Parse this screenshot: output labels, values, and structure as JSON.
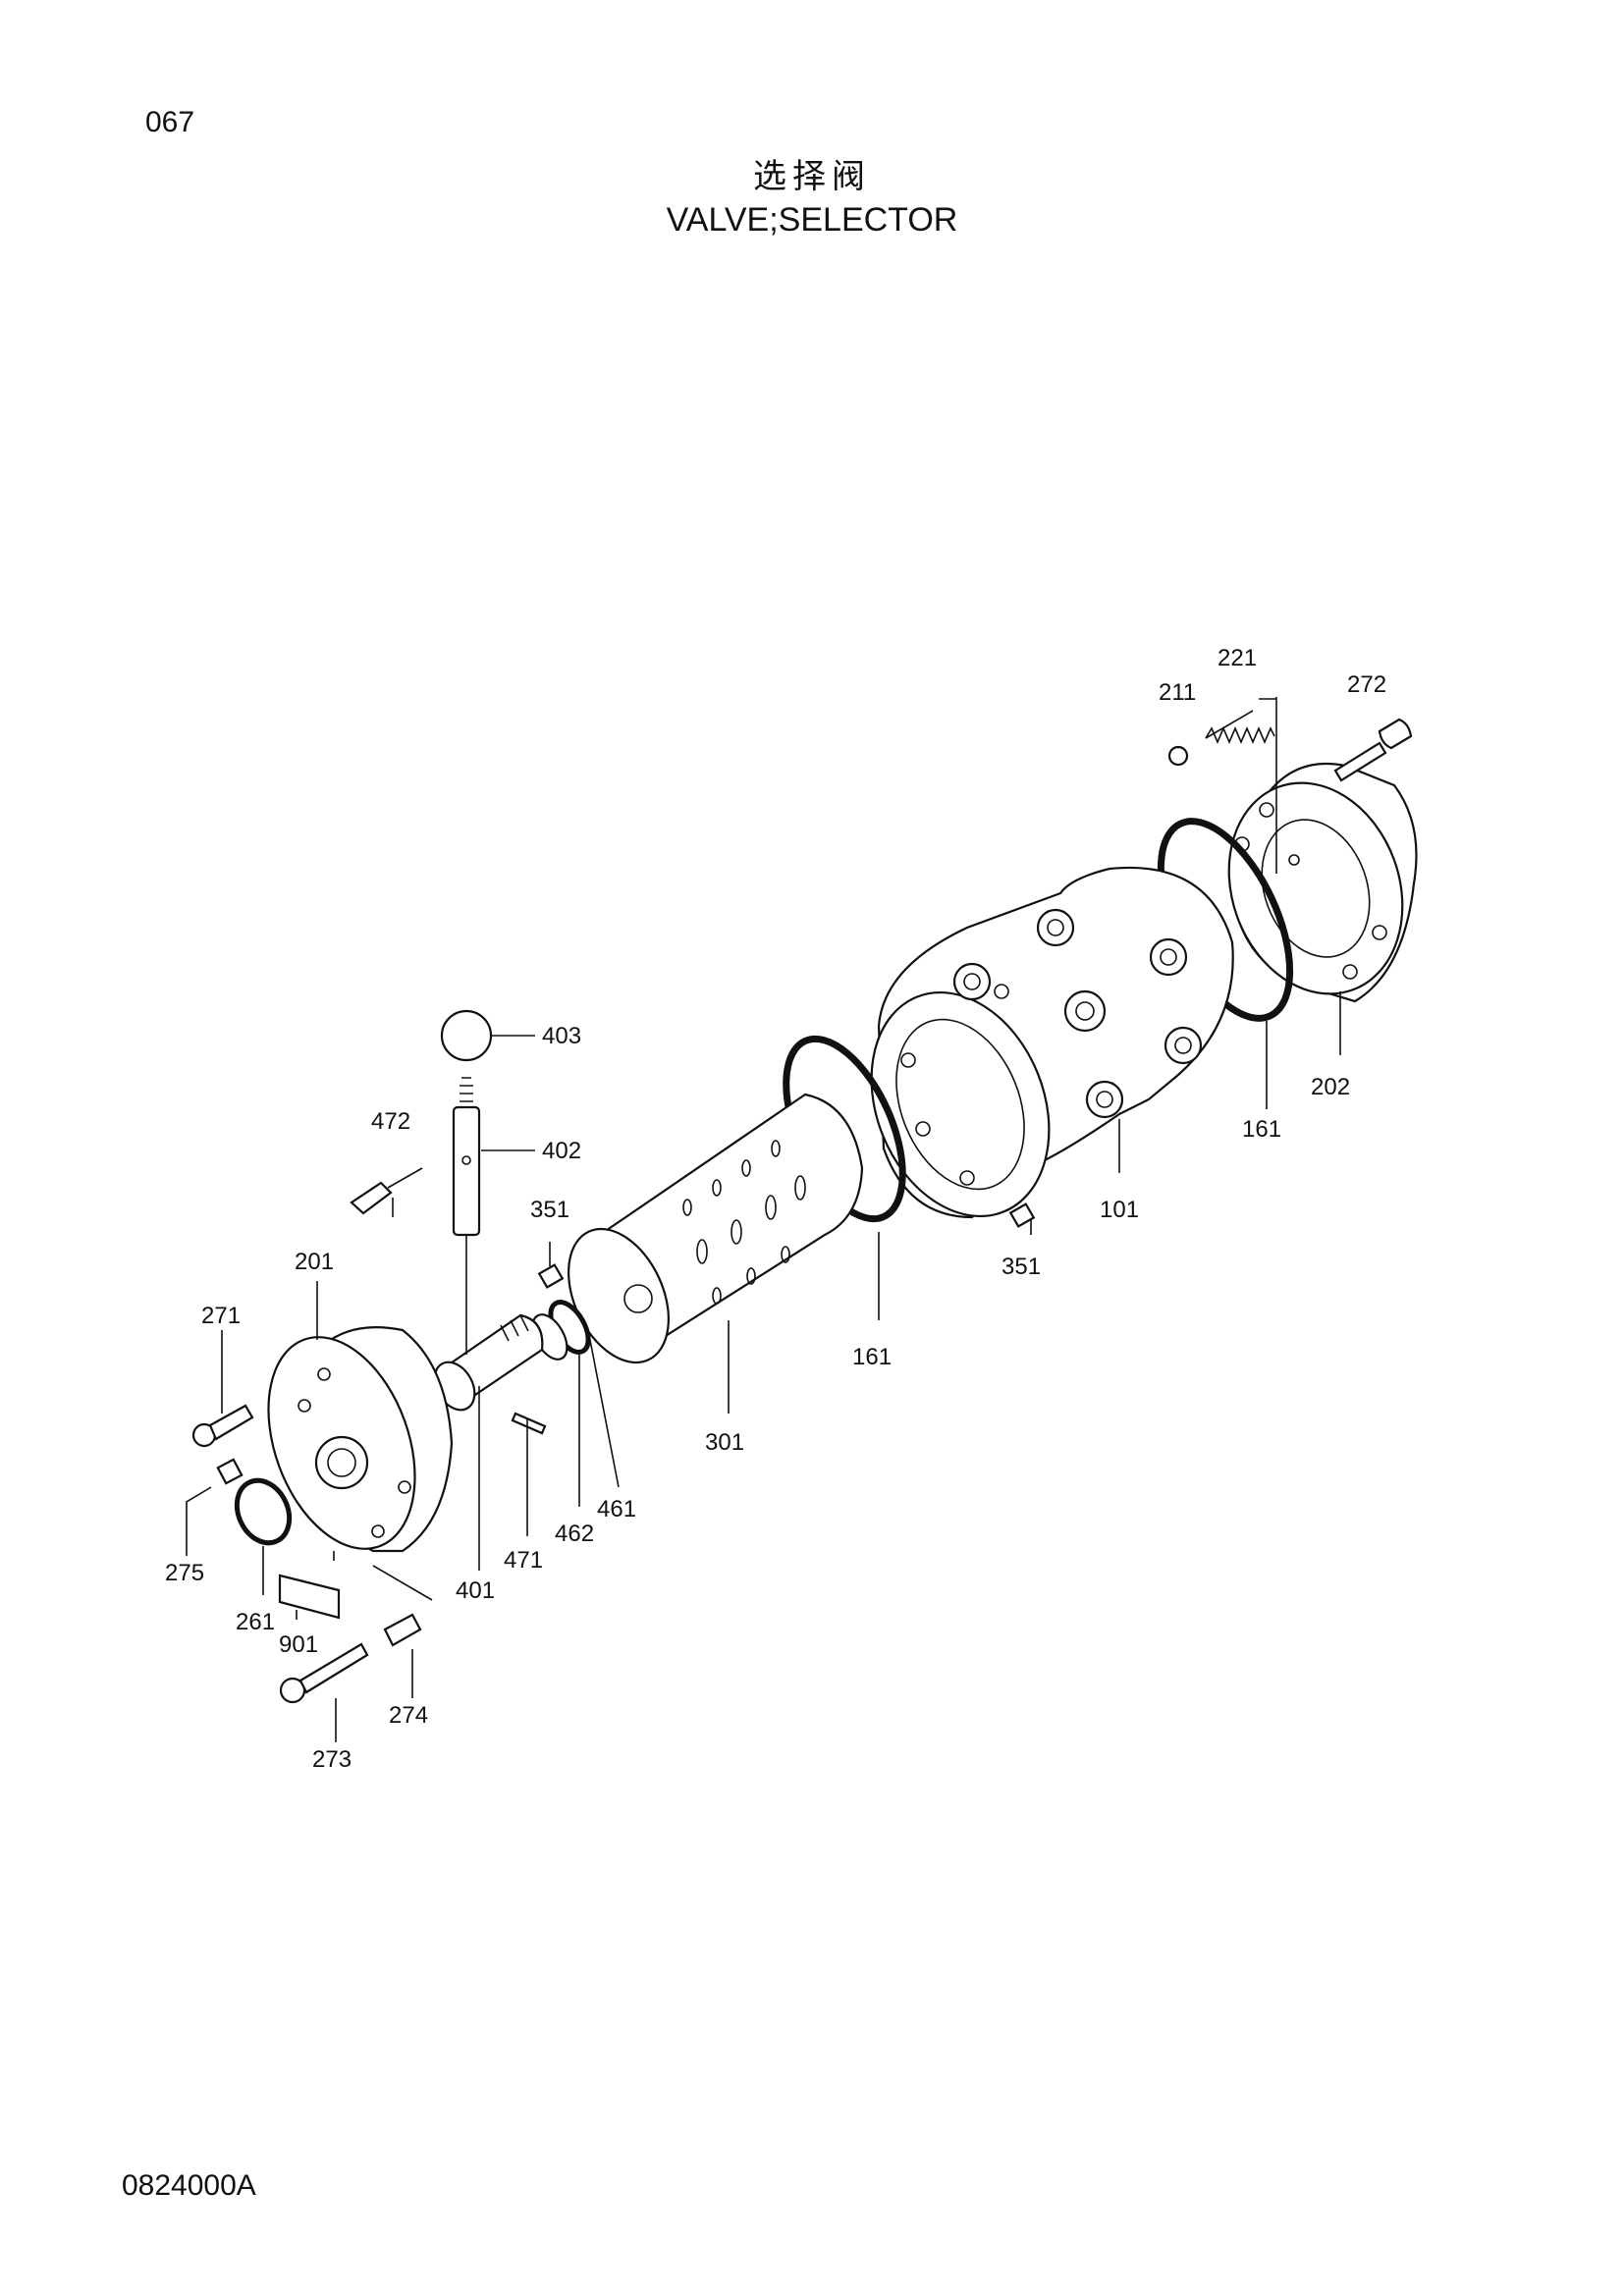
{
  "page": {
    "number": "067",
    "doc_code": "0824000A"
  },
  "title": {
    "cn": "选择阀",
    "en": "VALVE;SELECTOR"
  },
  "callouts": [
    {
      "id": "c101",
      "label": "101"
    },
    {
      "id": "c161a",
      "label": "161"
    },
    {
      "id": "c161b",
      "label": "161"
    },
    {
      "id": "c201",
      "label": "201"
    },
    {
      "id": "c202",
      "label": "202"
    },
    {
      "id": "c211",
      "label": "211"
    },
    {
      "id": "c221",
      "label": "221"
    },
    {
      "id": "c261",
      "label": "261"
    },
    {
      "id": "c271",
      "label": "271"
    },
    {
      "id": "c272",
      "label": "272"
    },
    {
      "id": "c273",
      "label": "273"
    },
    {
      "id": "c274",
      "label": "274"
    },
    {
      "id": "c275",
      "label": "275"
    },
    {
      "id": "c301",
      "label": "301"
    },
    {
      "id": "c351a",
      "label": "351"
    },
    {
      "id": "c351b",
      "label": "351"
    },
    {
      "id": "c401",
      "label": "401"
    },
    {
      "id": "c402",
      "label": "402"
    },
    {
      "id": "c403",
      "label": "403"
    },
    {
      "id": "c461",
      "label": "461"
    },
    {
      "id": "c462",
      "label": "462"
    },
    {
      "id": "c471",
      "label": "471"
    },
    {
      "id": "c472",
      "label": "472"
    },
    {
      "id": "c901",
      "label": "901"
    }
  ]
}
